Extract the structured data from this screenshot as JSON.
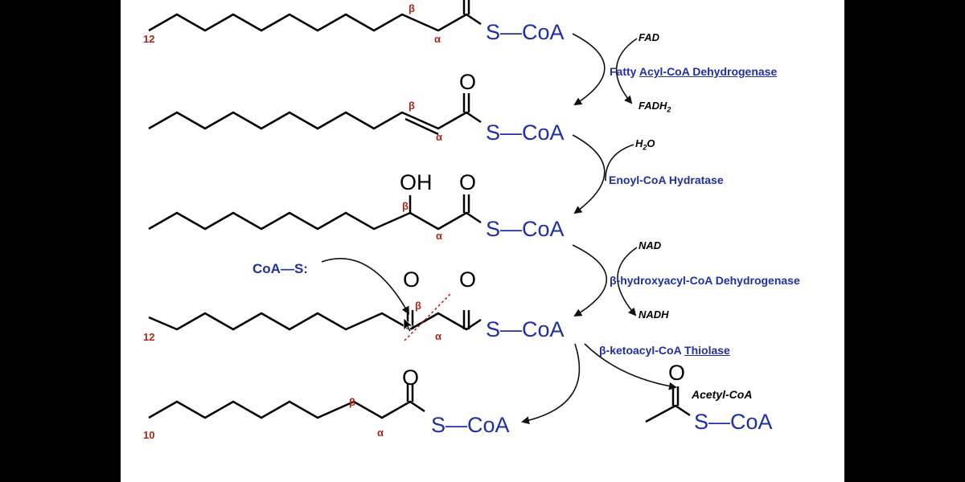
{
  "colors": {
    "chain": "#000000",
    "coa_text": "#1f2fa6",
    "greek_label": "#b02418",
    "enzyme_text": "#1f2fa6",
    "cleavage_line": "#c0221b",
    "background": "#ffffff",
    "side_bars": "#000000"
  },
  "molecules": {
    "acyl_coa": {
      "carbon_count": "12",
      "beta": "β",
      "alpha": "α",
      "thioester": "S—CoA"
    },
    "enoyl_coa": {
      "oxygen": "O",
      "beta": "β",
      "alpha": "α",
      "thioester": "S—CoA"
    },
    "hydroxyacyl_coa": {
      "hydroxyl": "OH",
      "oxygen": "O",
      "beta": "β",
      "alpha": "α",
      "thioester": "S—CoA"
    },
    "ketoacyl_coa": {
      "carbon_count": "12",
      "oxygen_beta": "O",
      "oxygen_carbonyl": "O",
      "beta": "β",
      "alpha": "α",
      "thioester": "S—CoA"
    },
    "shortened_acyl_coa": {
      "carbon_count": "10",
      "oxygen": "O",
      "beta": "β",
      "alpha": "α",
      "thioester": "S—CoA"
    },
    "acetyl_coa": {
      "oxygen": "O",
      "name": "Acetyl-CoA",
      "thioester": "S—CoA"
    }
  },
  "nucleophile": "CoA—S:",
  "steps": [
    {
      "enzyme_prefix": "Fatty ",
      "enzyme_underlined": "Acyl-CoA Dehydrogenase",
      "cofactor_in": "FAD",
      "cofactor_out_main": "FADH",
      "cofactor_out_sub": "2"
    },
    {
      "enzyme": "Enoyl-CoA Hydratase",
      "cofactor_in_main": "H",
      "cofactor_in_sub": "2",
      "cofactor_in_rest": "O"
    },
    {
      "enzyme": "β-hydroxyacyl-CoA Dehydrogenase",
      "cofactor_in": "NAD",
      "cofactor_out": "NADH"
    },
    {
      "enzyme_prefix": "β-ketoacyl-CoA ",
      "enzyme_underlined": "Thiolase"
    }
  ]
}
